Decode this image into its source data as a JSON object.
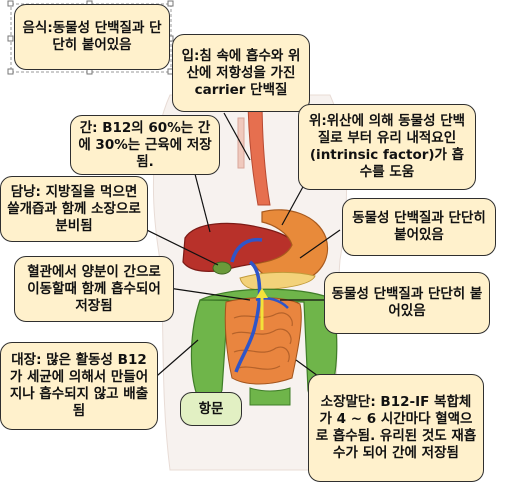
{
  "labels": {
    "food": "음식:동물성 단백질과 단단히 붙어있음",
    "mouth": "입:침 속에 흡수와 위산에 저항성을 가진 carrier 단백질",
    "liver": "간: B12의 60%는 간에 30%는 근육에 저장됨.",
    "stomach": "위:위산에 의해 동물성 단백질로 부터 유리 내적요인(intrinsic factor)가 흡수를 도움",
    "gallbladder": "담낭: 지방질을 먹으면 쓸개즙과 함께 소장으로 분비됨",
    "protein_bound_1": "동물성 단백질과 단단히 붙어있음",
    "bile_reabsorb": "혈관에서 양분이 간으로 이동할때 함께 흡수되어 저장됨",
    "protein_bound_2": "동물성 단백질과 단단히 붙어있음",
    "large_intestine": "대장: 많은 활동성 B12가 세균에 의해서 만들어지나 흡수되지 않고 배출됨",
    "anus": "항문",
    "small_intestine_end": "소장말단: B12-IF 복합체가 4 ~ 6 시간마다 혈액으로 흡수됨. 유리된 것도 재흡수가 되어 간에 저장됨"
  },
  "colors": {
    "callout_fill": "#fff1cc",
    "anus_fill": "#e2f0c3",
    "liver": "#b8312a",
    "stomach": "#e88a3a",
    "intestine_large": "#6fb54a",
    "intestine_small": "#e9853f",
    "blood_vessel": "#2f55c8"
  }
}
